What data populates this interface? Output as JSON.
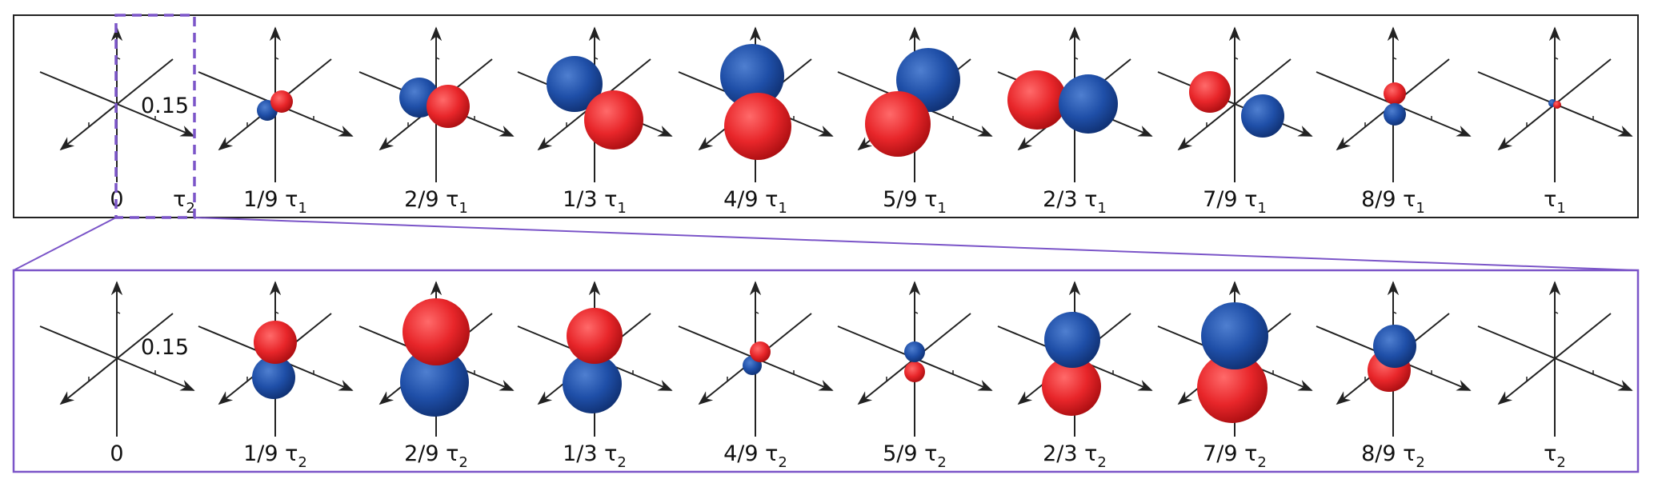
{
  "colors": {
    "positive": "#e8262a",
    "negative": "#1f4fa8",
    "zoom_box": "#7b55c8",
    "frame": "#222222"
  },
  "scale_label": "0.15",
  "top_row": {
    "extra_label": {
      "text": "τ",
      "sub": "2"
    },
    "panels": [
      {
        "text": "0",
        "sub": ""
      },
      {
        "text": "1/9 τ",
        "sub": "1"
      },
      {
        "text": "2/9 τ",
        "sub": "1"
      },
      {
        "text": "1/3 τ",
        "sub": "1"
      },
      {
        "text": "4/9 τ",
        "sub": "1"
      },
      {
        "text": "5/9 τ",
        "sub": "1"
      },
      {
        "text": "2/3 τ",
        "sub": "1"
      },
      {
        "text": "7/9 τ",
        "sub": "1"
      },
      {
        "text": "8/9 τ",
        "sub": "1"
      },
      {
        "text": "τ",
        "sub": "1"
      }
    ]
  },
  "bottom_row": {
    "panels": [
      {
        "text": "0",
        "sub": ""
      },
      {
        "text": "1/9 τ",
        "sub": "2"
      },
      {
        "text": "2/9 τ",
        "sub": "2"
      },
      {
        "text": "1/3 τ",
        "sub": "2"
      },
      {
        "text": "4/9 τ",
        "sub": "2"
      },
      {
        "text": "5/9 τ",
        "sub": "2"
      },
      {
        "text": "2/3 τ",
        "sub": "2"
      },
      {
        "text": "7/9 τ",
        "sub": "2"
      },
      {
        "text": "8/9 τ",
        "sub": "2"
      },
      {
        "text": "τ",
        "sub": "2"
      }
    ]
  }
}
